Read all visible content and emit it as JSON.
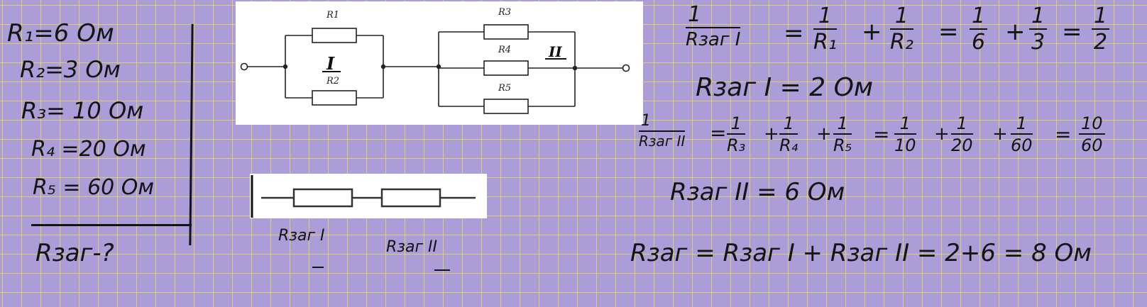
{
  "given": {
    "r1": "R₁=6 Ом",
    "r2": "R₂=3 Ом",
    "r3": "R₃= 10 Ом",
    "r4": "R₄ =20 Ом",
    "r5": "R₅ = 60 Ом",
    "find": "Rзаг-?"
  },
  "circuit": {
    "r1": "R1",
    "r2": "R2",
    "r3": "R3",
    "r4": "R4",
    "r5": "R5",
    "group1": "I",
    "group2": "II"
  },
  "series": {
    "label1": "Rзаг I",
    "label2": "Rзаг II"
  },
  "solution": {
    "eq1": {
      "one": "1",
      "lhs_den": "Rзаг I",
      "eq": "=",
      "r1_den": "R₁",
      "plus": "+",
      "r2_den": "R₂",
      "d6": "6",
      "d3": "3",
      "d2": "2"
    },
    "eq2": "Rзаг I = 2 Ом",
    "eq3": {
      "one": "1",
      "lhs_den": "Rзаг II",
      "eq": "=",
      "plus": "+",
      "r3_den": "R₃",
      "r4_den": "R₄",
      "r5_den": "R₅",
      "d10": "10",
      "d20": "20",
      "d60": "60",
      "n10": "10",
      "dd60": "60"
    },
    "eq4": "Rзаг II = 6 Ом",
    "eq5": "Rзаг = Rзаг I + Rзаг II = 2+6 = 8 Ом"
  }
}
